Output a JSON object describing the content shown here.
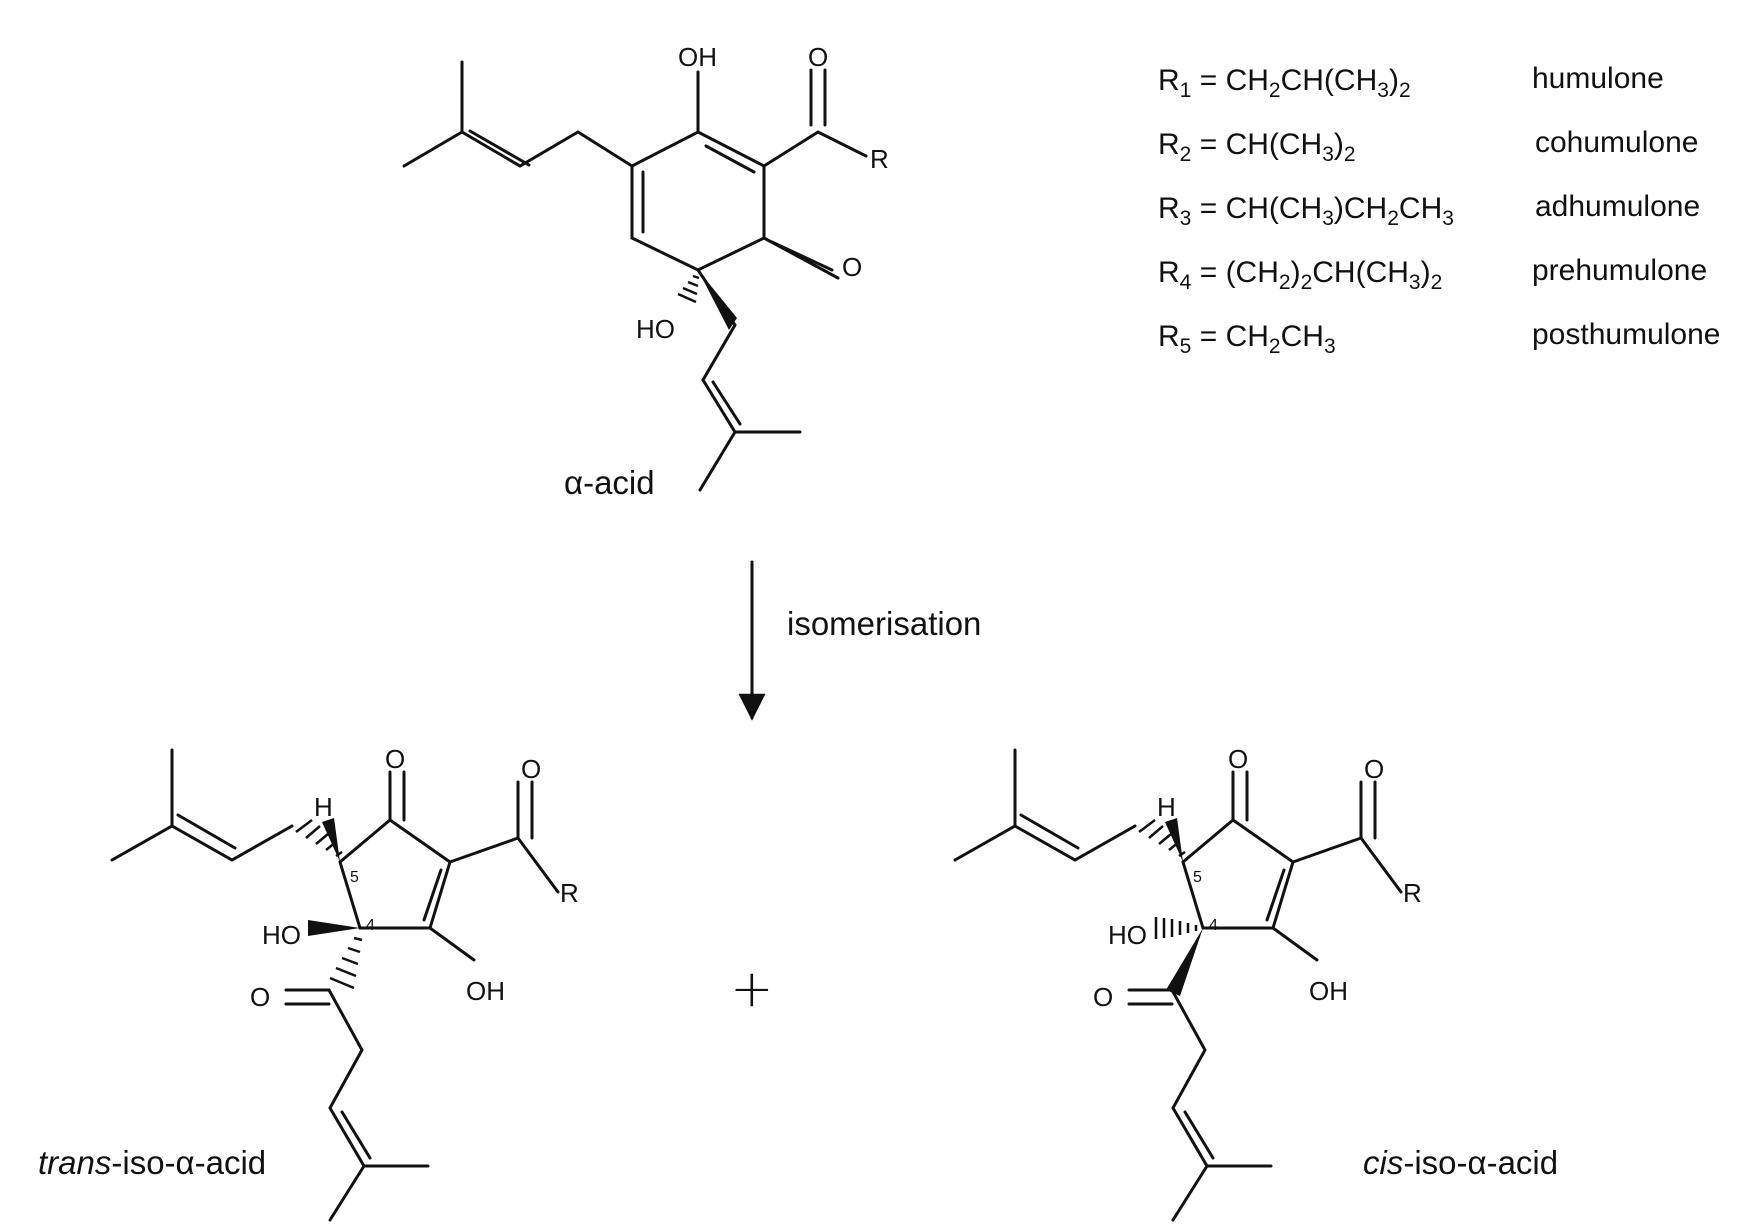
{
  "molecules": {
    "alpha_acid": {
      "name_prefix": "",
      "name_main": "α-acid",
      "atoms": {
        "oh": "OH",
        "o_acyl": "O",
        "r": "R",
        "o_ketone": "O",
        "ho": "HO"
      }
    },
    "trans_iso": {
      "name_prefix": "trans",
      "name_main": "-iso-α-acid",
      "atoms": {
        "o_ring": "O",
        "o_acyl": "O",
        "r": "R",
        "h": "H",
        "c5": "5",
        "c4": "4",
        "ho": "HO",
        "oh": "OH",
        "o_side": "O"
      }
    },
    "cis_iso": {
      "name_prefix": "cis",
      "name_main": "-iso-α-acid",
      "atoms": {
        "o_ring": "O",
        "o_acyl": "O",
        "r": "R",
        "h": "H",
        "c5": "5",
        "c4": "4",
        "ho": "HO",
        "oh": "OH",
        "o_side": "O"
      }
    }
  },
  "reaction": {
    "label": "isomerisation",
    "plus": "+"
  },
  "r_groups": [
    {
      "r": "R",
      "sub": "1",
      "eq": " = ",
      "formula": [
        [
          "CH",
          "n"
        ],
        [
          "2",
          "s"
        ],
        [
          "CH(CH",
          "n"
        ],
        [
          "3",
          "s"
        ],
        [
          ")",
          "n"
        ],
        [
          "2",
          "s"
        ]
      ],
      "name": "humulone"
    },
    {
      "r": "R",
      "sub": "2",
      "eq": " = ",
      "formula": [
        [
          "CH(CH",
          "n"
        ],
        [
          "3",
          "s"
        ],
        [
          ")",
          "n"
        ],
        [
          "2",
          "s"
        ]
      ],
      "name": "cohumulone"
    },
    {
      "r": "R",
      "sub": "3",
      "eq": " = ",
      "formula": [
        [
          "CH(CH",
          "n"
        ],
        [
          "3",
          "s"
        ],
        [
          ")CH",
          "n"
        ],
        [
          "2",
          "s"
        ],
        [
          "CH",
          "n"
        ],
        [
          "3",
          "s"
        ]
      ],
      "name": "adhumulone"
    },
    {
      "r": "R",
      "sub": "4",
      "eq": " = ",
      "formula": [
        [
          "(CH",
          "n"
        ],
        [
          "2",
          "s"
        ],
        [
          ")",
          "n"
        ],
        [
          "2",
          "s"
        ],
        [
          "CH(CH",
          "n"
        ],
        [
          "3",
          "s"
        ],
        [
          ")",
          "n"
        ],
        [
          "2",
          "s"
        ]
      ],
      "name": "prehumulone"
    },
    {
      "r": "R",
      "sub": "5",
      "eq": " = ",
      "formula": [
        [
          "CH",
          "n"
        ],
        [
          "2",
          "s"
        ],
        [
          "CH",
          "n"
        ],
        [
          "3",
          "s"
        ]
      ],
      "name": "posthumulone"
    }
  ]
}
